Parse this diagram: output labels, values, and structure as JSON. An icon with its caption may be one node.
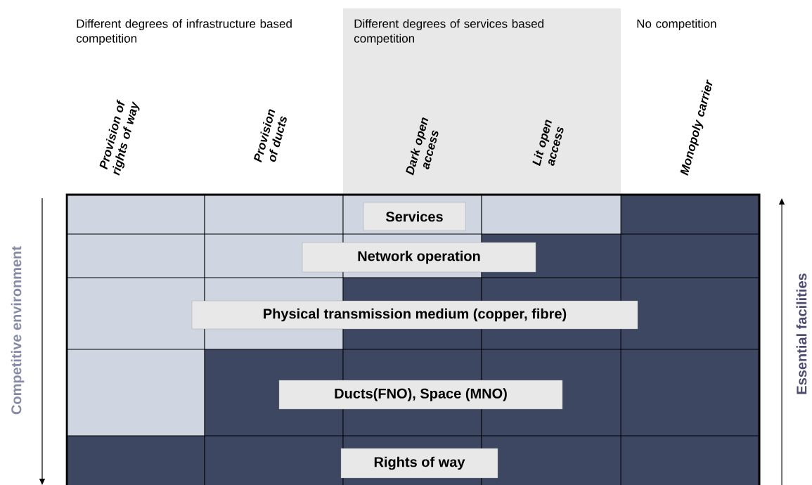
{
  "diagram": {
    "nodes": [
      {
        "text": [
          "Services"
        ]
      },
      {
        "text": [
          "Network operation"
        ]
      },
      {
        "text": [
          "Physical transmission medium (copper, fibre)"
        ]
      },
      {
        "text": [
          "Ducts(FNO), Space (MNO)"
        ]
      },
      {
        "text": [
          "Rights of way"
        ]
      }
    ],
    "labels": [
      "Different degrees of infrastructure based competition",
      "Different degrees of services based competition",
      "No competition",
      "Provision of rights of way",
      "Provision of ducts",
      "Dark open access",
      "Lit open access",
      "Monopoly carrier",
      "Competitive environment",
      "Essential facilities"
    ]
  }
}
